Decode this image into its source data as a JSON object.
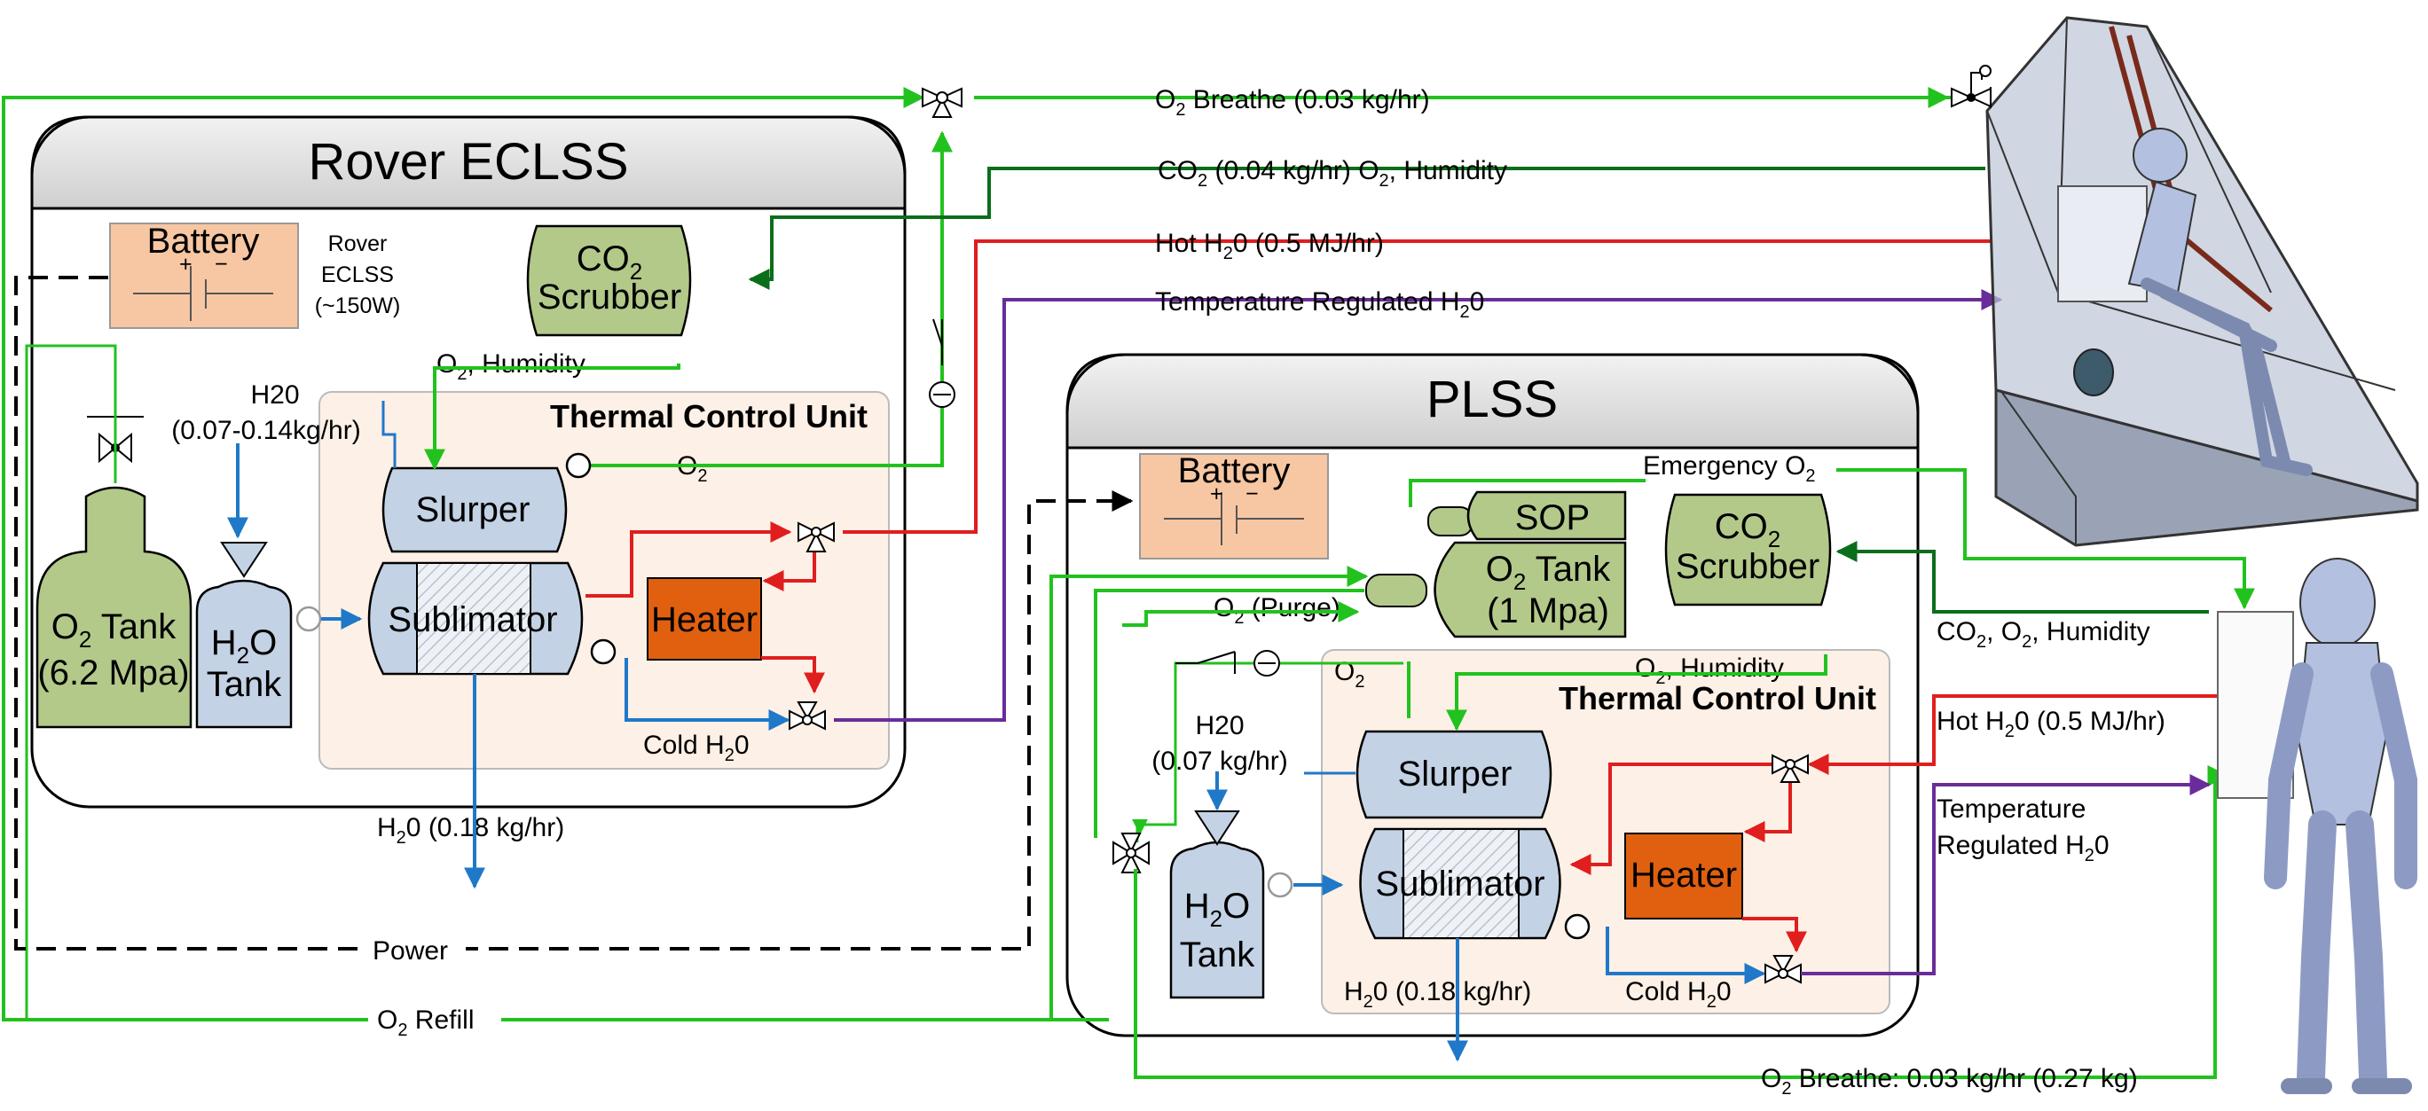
{
  "colors": {
    "o2": "#22c21e",
    "co2": "#0b6e1a",
    "hot": "#e01e1e",
    "temp": "#6a2c9a",
    "water": "#1f78c8",
    "tank_green": "#b3c98a",
    "tank_blue": "#c3d2e4",
    "battery": "#f7c7a3",
    "heater": "#e06010",
    "tcu_bg": "#fdf0e6",
    "body": "#b3c0e0"
  },
  "rover": {
    "title": "Rover ECLSS",
    "battery_label": "Battery",
    "power_note": [
      "Rover",
      "ECLSS",
      "(~150W)"
    ],
    "scrubber": [
      "CO2",
      "Scrubber"
    ],
    "o2_humidity": "O2, Humidity",
    "h2o_flow": [
      "H20",
      "(0.07-0.14kg/hr)"
    ],
    "tcu_title": "Thermal Control Unit",
    "slurper": "Slurper",
    "sublimator": "Sublimator",
    "heater": "Heater",
    "o2_tank": [
      "O2 Tank",
      "(6.2 Mpa)"
    ],
    "h2o_tank": [
      "H2O",
      "Tank"
    ],
    "o2_label": "O2",
    "cold_h2o": "Cold H20",
    "h2o_out": "H20 (0.18 kg/hr)"
  },
  "plss": {
    "title": "PLSS",
    "battery_label": "Battery",
    "emergency_o2": "Emergency O2",
    "sop": "SOP",
    "o2_tank": [
      "O2 Tank",
      "(1 Mpa)"
    ],
    "scrubber": [
      "CO2",
      "Scrubber"
    ],
    "o2_purge": "O2 (Purge)",
    "o2_label": "O2",
    "o2_humidity": "O2, Humidity",
    "tcu_title": "Thermal Control Unit",
    "h2o_flow": [
      "H20",
      "(0.07 kg/hr)"
    ],
    "slurper": "Slurper",
    "sublimator": "Sublimator",
    "heater": "Heater",
    "h2o_tank": [
      "H2O",
      "Tank"
    ],
    "h2o_out": "H20 (0.18 kg/hr)",
    "cold_h2o": "Cold H20"
  },
  "flows": {
    "o2_breathe": "O2 Breathe (0.03 kg/hr)",
    "co2_return": "CO2 (0.04 kg/hr) O2, Humidity",
    "hot_h2o": "Hot H20 (0.5 MJ/hr)",
    "temp_h2o": "Temperature Regulated H20",
    "power": "Power",
    "o2_refill": "O2 Refill",
    "suit_co2": "CO2, O2, Humidity",
    "suit_hot": "Hot H20 (0.5 MJ/hr)",
    "suit_temp": [
      "Temperature",
      "Regulated H20"
    ],
    "suit_o2": "O2 Breathe: 0.03 kg/hr (0.27 kg)"
  }
}
